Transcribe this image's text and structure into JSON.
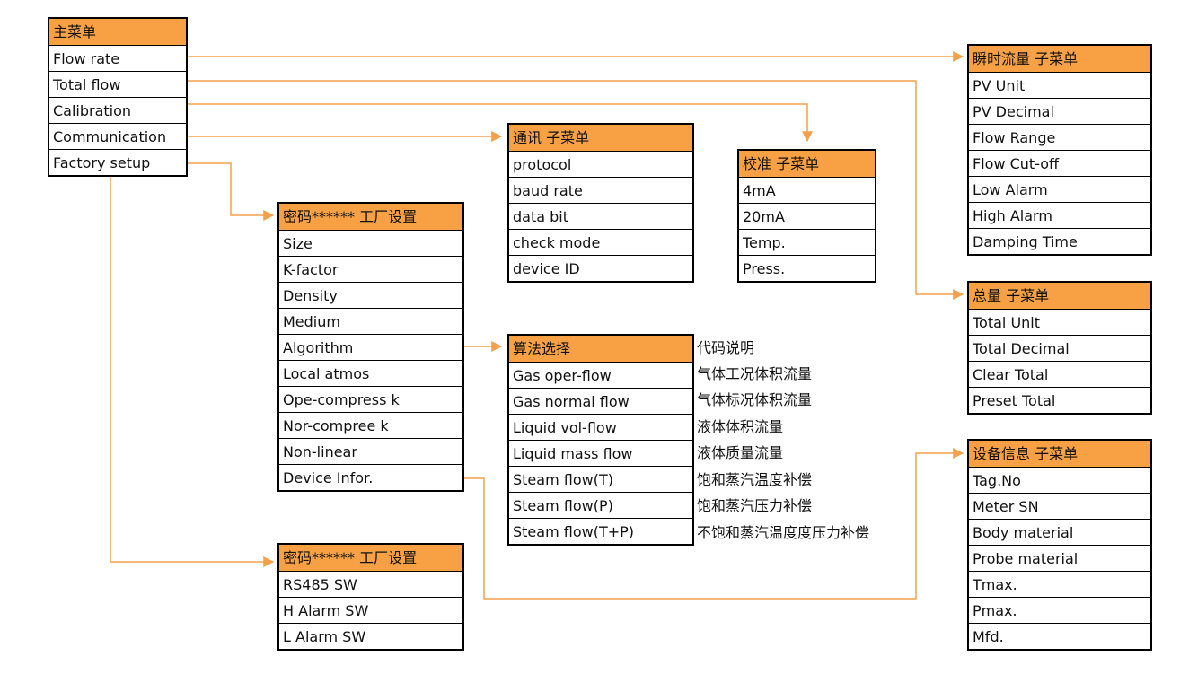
{
  "main_menu": {
    "title": "主菜单",
    "items": [
      "Flow rate",
      "Total flow",
      "Calibration",
      "Communication",
      "Factory setup"
    ]
  },
  "flowrate_menu": {
    "title": "瞬时流量 子菜单",
    "items": [
      "PV Unit",
      "PV Decimal",
      "Flow Range",
      "Flow Cut-off",
      "Low Alarm",
      "High Alarm",
      "Damping Time"
    ]
  },
  "total_menu": {
    "title": "总量 子菜单",
    "items": [
      "Total Unit",
      "Total Decimal",
      "Clear Total",
      "Preset Total"
    ]
  },
  "comm_menu": {
    "title": "通讯 子菜单",
    "items": [
      "protocol",
      "baud rate",
      "data bit",
      "check mode",
      "device ID"
    ]
  },
  "calib_menu": {
    "title": "校准 子菜单",
    "items": [
      "4mA",
      "20mA",
      "Temp.",
      "Press."
    ]
  },
  "factory_menu": {
    "title": "密码****** 工厂设置",
    "items": [
      "Size",
      "K-factor",
      "Density",
      "Medium",
      "Algorithm",
      "Local atmos",
      "Ope-compress k",
      "Nor-compree k",
      "Non-linear",
      "Device Infor."
    ]
  },
  "algorithm_menu": {
    "title": "算法选择",
    "items": [
      "Gas oper-flow",
      "Gas normal flow",
      "Liquid vol-flow",
      "Liquid mass flow",
      "Steam flow(T)",
      "Steam flow(P)",
      "Steam flow(T+P)"
    ],
    "notes_title": "代码说明",
    "notes": [
      "气体工况体积流量",
      "气体标况体积流量",
      "液体体积流量",
      "液体质量流量",
      "饱和蒸汽温度补偿",
      "饱和蒸汽压力补偿",
      "不饱和蒸汽温度度压力补偿"
    ]
  },
  "factory_menu2": {
    "title": "密码****** 工厂设置",
    "items": [
      "RS485 SW",
      "H Alarm SW",
      "L Alarm SW"
    ]
  },
  "device_menu": {
    "title": "设备信息 子菜单",
    "items": [
      "Tag.No",
      "Meter SN",
      "Body material",
      "Probe material",
      "Tmax.",
      "Pmax.",
      "Mfd."
    ]
  },
  "colors": {
    "header": "#f7a144",
    "connector": "#f5a04a",
    "border": "#000000"
  }
}
